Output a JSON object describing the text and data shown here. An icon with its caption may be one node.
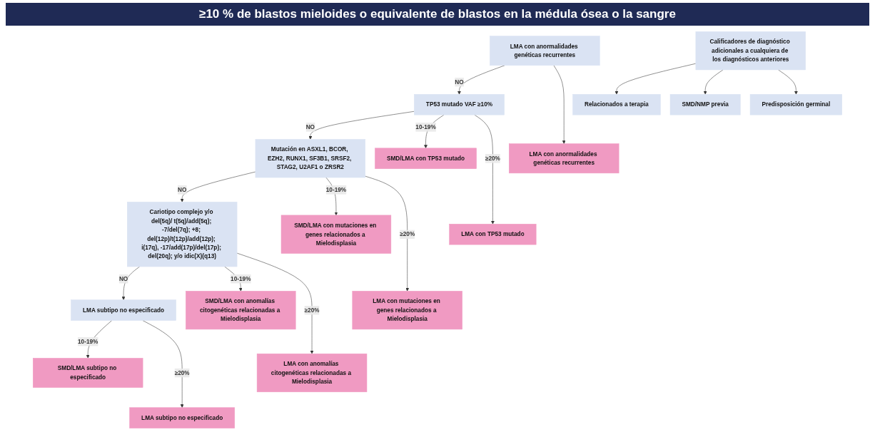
{
  "diagram": {
    "title": "≥10 % de blastos mieloides o equivalente de blastos en la médula ósea o la sangre",
    "nodes": [
      {
        "text": [
          "LMA con anormalidades genéticas recurrentes"
        ]
      },
      {
        "text": [
          "TP53 mutado VAF ≥10%"
        ]
      },
      {
        "text": [
          "Mutación en ASXL1, BCOR, EZH2, RUNX1, SF3B1, SRSF2, STAG2, U2AF1 o ZRSR2"
        ]
      },
      {
        "text": [
          "Cariotipo complejo y/o del(5q)/ t(5q)/add(5q); -7/del(7q); +8; del(12p)/t(12p)/add(12p); i(17q), -17/add(17p)/del(17p); del(20q); y/o idic(X)(q13)"
        ]
      },
      {
        "text": [
          "LMA subtipo no especificado"
        ]
      },
      {
        "text": [
          "SMD/LMA con TP53 mutado"
        ]
      },
      {
        "text": [
          "SMD/LMA con mutaciones en genes relacionados a Mielodisplasia"
        ]
      },
      {
        "text": [
          "SMD/LMA con anomalías citogenéticas relacionadas a Mielodisplasia"
        ]
      },
      {
        "text": [
          "SMD/LMA subtipo no especificado"
        ]
      },
      {
        "text": [
          "LMA con anormalidades genéticas recurrentes"
        ]
      },
      {
        "text": [
          "LMA con TP53 mutado"
        ]
      },
      {
        "text": [
          "LMA con mutaciones en genes relacionados a Mielodisplasia"
        ]
      },
      {
        "text": [
          "LMA con anomalías citogenéticas relacionadas a Mielodisplasia"
        ]
      },
      {
        "text": [
          "LMA subtipo no especificado"
        ]
      },
      {
        "text": [
          "Calificadores de diagnóstico adicionales a cualquiera de los diagnósticos anteriores"
        ]
      },
      {
        "text": [
          "Relacionados a terapia"
        ]
      },
      {
        "text": [
          "SMD/NMP previa"
        ]
      },
      {
        "text": [
          "Predisposición germinal"
        ]
      }
    ],
    "edges": [
      {
        "from": 0,
        "to": 1,
        "arrow": "to",
        "label": "NO"
      },
      {
        "from": 1,
        "to": 2,
        "arrow": "to",
        "label": "NO"
      },
      {
        "from": 2,
        "to": 3,
        "arrow": "to",
        "label": "NO"
      },
      {
        "from": 3,
        "to": 4,
        "arrow": "to",
        "label": "NO"
      },
      {
        "from": 0,
        "to": 9,
        "arrow": "to"
      },
      {
        "from": 1,
        "to": 5,
        "arrow": "to",
        "label": "10-19%"
      },
      {
        "from": 1,
        "to": 10,
        "arrow": "to",
        "label": "≥20%"
      },
      {
        "from": 2,
        "to": 6,
        "arrow": "to",
        "label": "10-19%"
      },
      {
        "from": 2,
        "to": 11,
        "arrow": "to",
        "label": "≥20%"
      },
      {
        "from": 3,
        "to": 7,
        "arrow": "to",
        "label": "10-19%"
      },
      {
        "from": 3,
        "to": 12,
        "arrow": "to",
        "label": "≥20%"
      },
      {
        "from": 4,
        "to": 8,
        "arrow": "to",
        "label": "10-19%"
      },
      {
        "from": 4,
        "to": 13,
        "arrow": "to",
        "label": "≥20%"
      },
      {
        "from": 14,
        "to": 15,
        "arrow": "to"
      },
      {
        "from": 14,
        "to": 16,
        "arrow": "to"
      },
      {
        "from": 14,
        "to": 17,
        "arrow": "to"
      }
    ]
  }
}
